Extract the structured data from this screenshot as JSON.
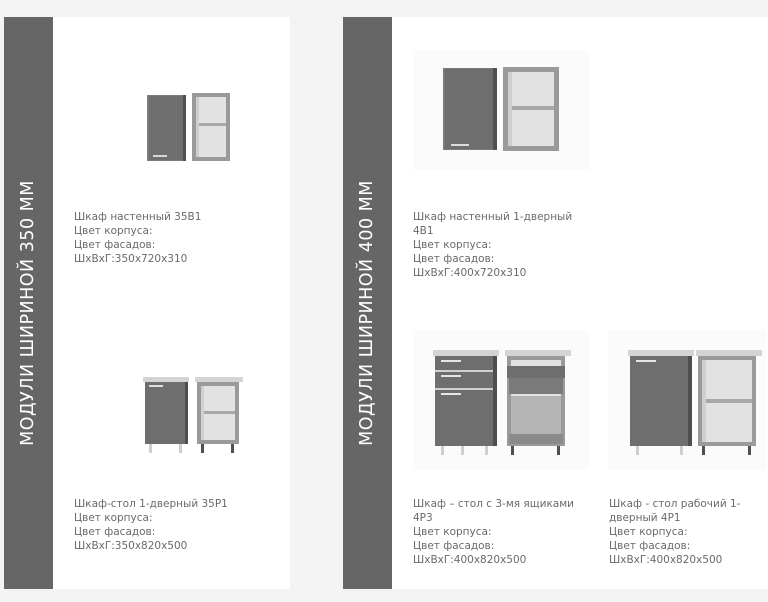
{
  "sections": [
    {
      "band_label": "МОДУЛИ ШИРИНОЙ 350 ММ",
      "products": [
        {
          "name": "Шкаф настенный 35В1",
          "body_color_label": "Цвет корпуса:",
          "facade_color_label": "Цвет фасадов:",
          "dimensions": "ШхВхГ:350х720х310",
          "image_icon": "wall-cabinet-icon"
        },
        {
          "name": "Шкаф-стол 1-дверный 35Р1",
          "body_color_label": "Цвет корпуса:",
          "facade_color_label": "Цвет фасадов:",
          "dimensions": "ШхВхГ:350х820х500",
          "image_icon": "base-cabinet-icon"
        }
      ]
    },
    {
      "band_label": "МОДУЛИ ШИРИНОЙ 400 ММ",
      "products": [
        {
          "name": "Шкаф настенный 1-дверный 4В1",
          "body_color_label": "Цвет корпуса:",
          "facade_color_label": "Цвет фасадов:",
          "dimensions": "ШхВхГ:400х720х310",
          "image_icon": "wall-cabinet-icon"
        },
        {
          "name": "Шкаф – стол с 3-мя ящиками 4Р3",
          "body_color_label": "Цвет корпуса:",
          "facade_color_label": "Цвет фасадов:",
          "dimensions": "ШхВхГ:400х820х500",
          "image_icon": "drawer-cabinet-icon"
        },
        {
          "name": "Шкаф - стол рабочий 1-дверный 4Р1",
          "body_color_label": "Цвет корпуса:",
          "facade_color_label": "Цвет фасадов:",
          "dimensions": "ШхВхГ:400х820х500",
          "image_icon": "base-cabinet-icon"
        }
      ]
    }
  ],
  "colors": {
    "band": "#666666",
    "facade": "#6e6e6e",
    "carcass": "#9a9a9a",
    "interior": "#e4e4e4",
    "countertop": "#d4d4d4"
  }
}
